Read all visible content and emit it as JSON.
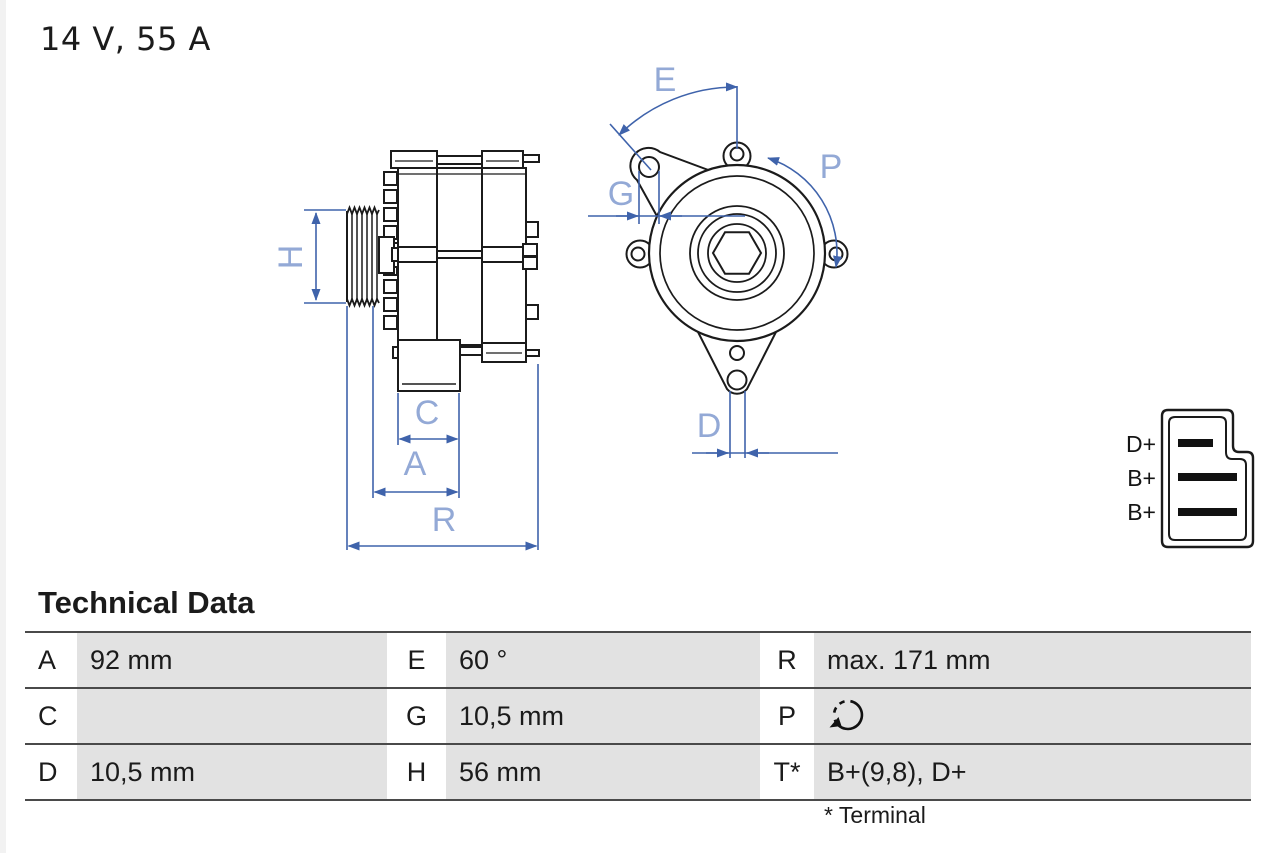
{
  "title": "14 V, 55 A",
  "colors": {
    "line_black": "#1b1b1b",
    "dimension_blue": "#3f63ab",
    "dim_label_blue": "#93a9d6",
    "cell_gray": "#e2e2e2",
    "table_border_gray": "#4a4a4a"
  },
  "diagram": {
    "side_view": {
      "labels": {
        "h": "H",
        "c": "C",
        "a": "A",
        "r": "R"
      }
    },
    "front_view": {
      "labels": {
        "e": "E",
        "g": "G",
        "p": "P",
        "d": "D"
      }
    },
    "connector": {
      "terminals": [
        "D+",
        "B+",
        "B+"
      ]
    }
  },
  "table": {
    "heading": "Technical Data",
    "rows": [
      {
        "cells": [
          {
            "label": "A",
            "value": "92 mm"
          },
          {
            "label": "E",
            "value": "60 °"
          },
          {
            "label": "R",
            "value": "max. 171 mm"
          }
        ]
      },
      {
        "cells": [
          {
            "label": "C",
            "value": ""
          },
          {
            "label": "G",
            "value": "10,5 mm"
          },
          {
            "label": "P",
            "value": "",
            "icon": "rotation-ccw-arrow-icon"
          }
        ]
      },
      {
        "cells": [
          {
            "label": "D",
            "value": "10,5 mm"
          },
          {
            "label": "H",
            "value": "56 mm"
          },
          {
            "label": "T*",
            "value": "B+(9,8), D+"
          }
        ]
      }
    ],
    "footnote": "* Terminal"
  }
}
